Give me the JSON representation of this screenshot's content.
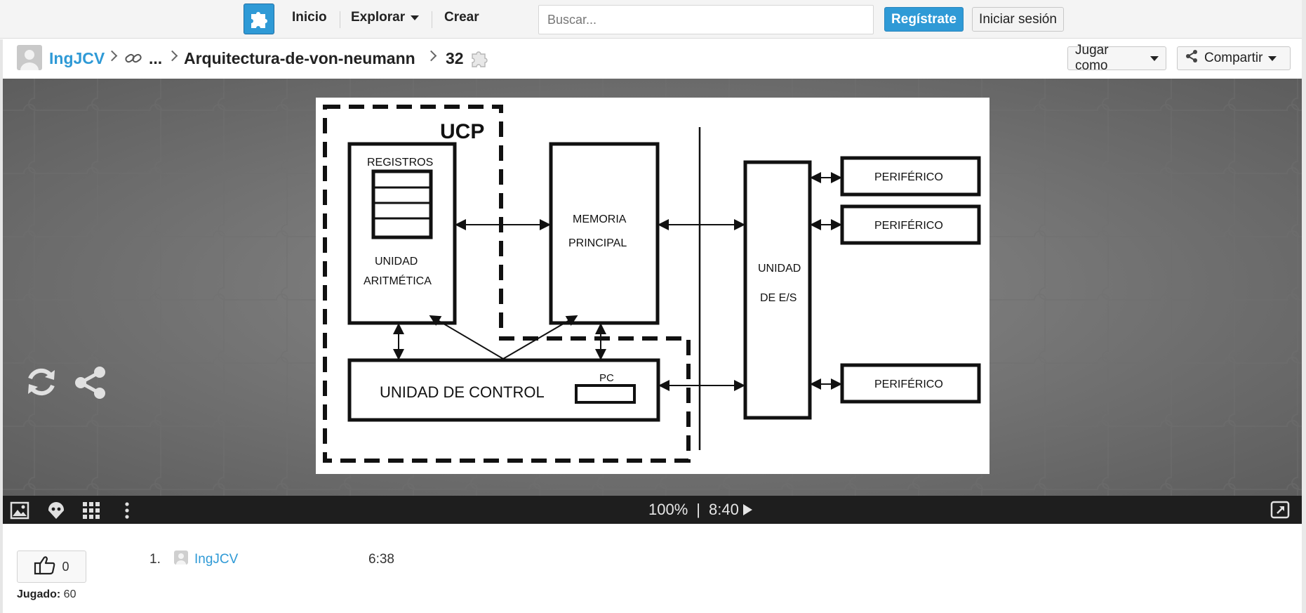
{
  "nav": {
    "links": [
      {
        "label": "Inicio"
      },
      {
        "label": "Explorar"
      },
      {
        "label": "Crear"
      }
    ],
    "search_placeholder": "Buscar...",
    "register_label": "Regístrate",
    "login_label": "Iniciar sesión",
    "accent": "#2f9ad6"
  },
  "breadcrumb": {
    "user": "IngJCV",
    "ellipsis": "...",
    "title": "Arquitectura-de-von-neumann",
    "pieces": "32",
    "play_as_label": "Jugar como",
    "share_label": "Compartir"
  },
  "diagram": {
    "ucp": "UCP",
    "registros": "REGISTROS",
    "unidad": "UNIDAD",
    "aritmetica": "ARITMÉTICA",
    "memoria": "MEMORIA",
    "principal": "PRINCIPAL",
    "unidad_es_1": "UNIDAD",
    "unidad_es_2": "DE E/S",
    "periferico": "PERIFÉRICO",
    "control": "UNIDAD DE CONTROL",
    "pc": "PC"
  },
  "toolbar": {
    "zoom": "100%",
    "separator": "|",
    "time": "8:40"
  },
  "stats": {
    "likes": "0",
    "played_label": "Jugado:",
    "played_count": "60"
  },
  "leaderboard": [
    {
      "rank": "1.",
      "name": "IngJCV",
      "time": "6:38"
    }
  ]
}
